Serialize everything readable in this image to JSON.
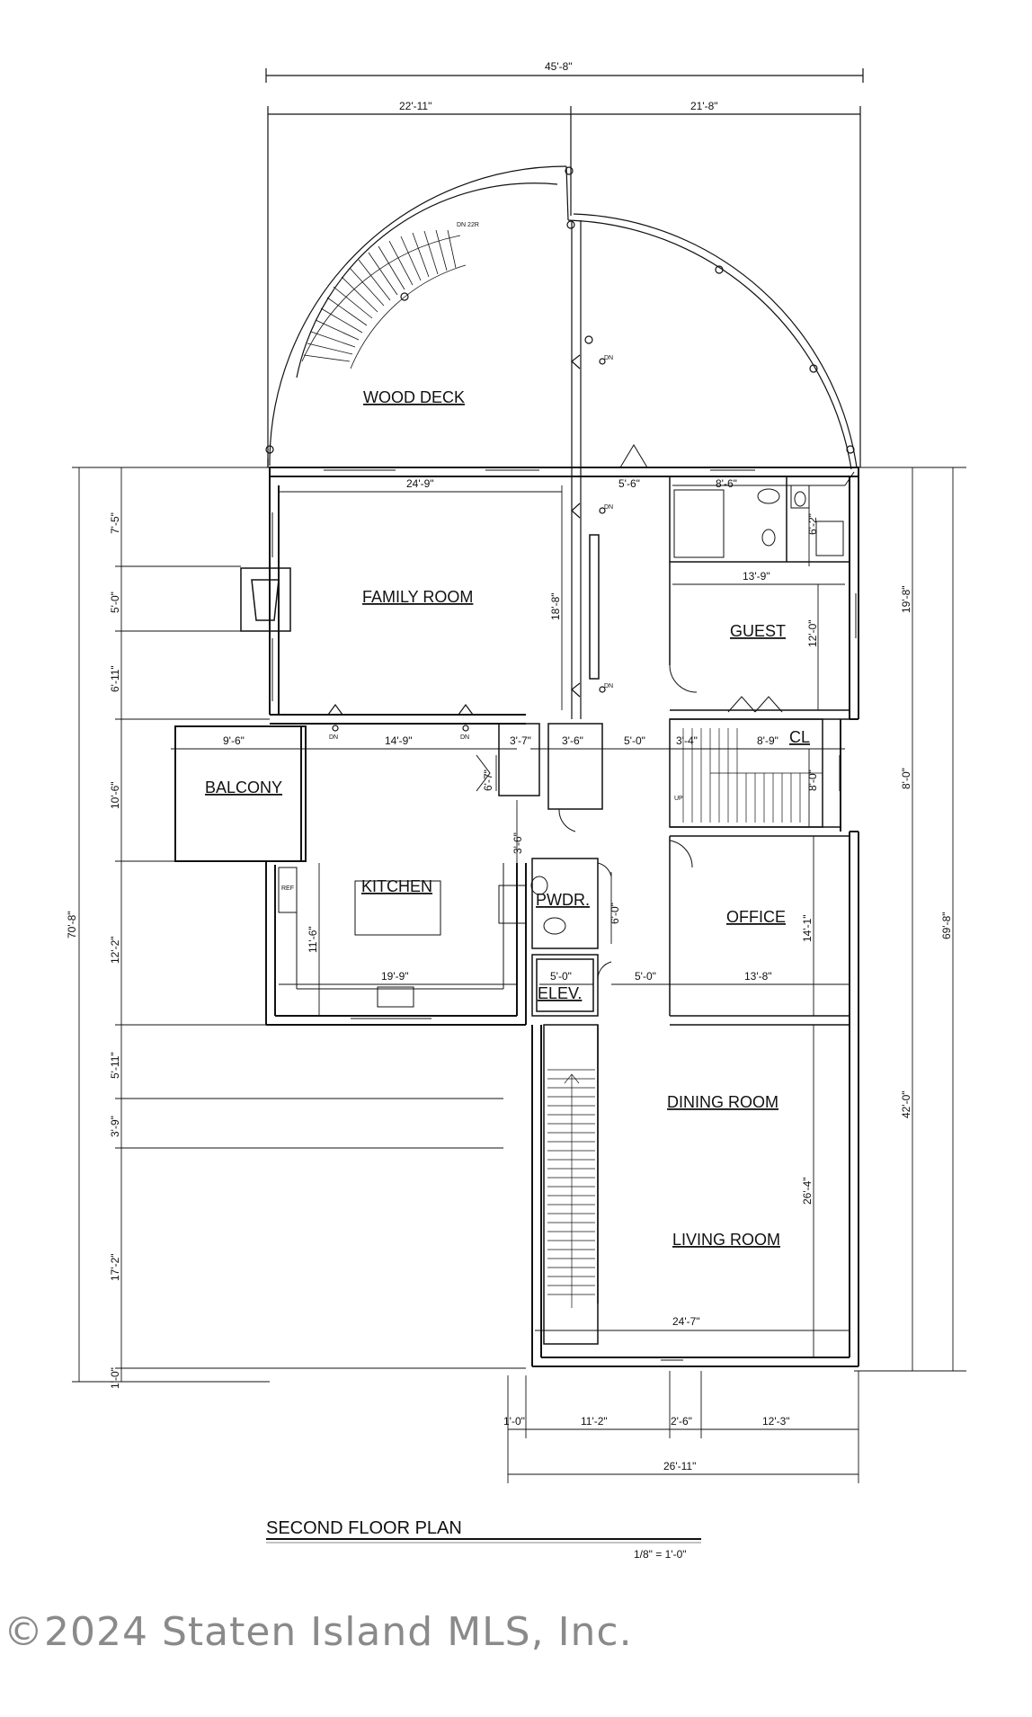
{
  "rooms": {
    "wood_deck": "WOOD DECK",
    "family_room": "FAMILY ROOM",
    "guest": "GUEST",
    "balcony": "BALCONY",
    "kitchen": "KITCHEN",
    "pwdr": "PWDR.",
    "office": "OFFICE",
    "cl": "CL",
    "elev": "ELEV.",
    "dining_room": "DINING ROOM",
    "living_room": "LIVING ROOM"
  },
  "dimensions": {
    "overall_width": "45'-8\"",
    "top_left": "22'-11\"",
    "top_right": "21'-8\"",
    "family_width": "24'-9\"",
    "hall_5_6": "5'-6\"",
    "bath_8_6": "8'-6\"",
    "bath_6_2": "6'-2\"",
    "family_depth": "18'-8\"",
    "guest_width": "13'-9\"",
    "guest_depth": "12'-0\"",
    "balcony_width": "9'-6\"",
    "kitchen_width_top": "14'-9\"",
    "closet_3_7": "3'-7\"",
    "closet_3_6": "3'-6\"",
    "hall_5_0": "5'-0\"",
    "stair_3_4": "3'-4\"",
    "stair_8_9": "8'-9\"",
    "closet_6_7": "6'-7\"",
    "stair_8_0": "8'-0\"",
    "hall_3_6": "3'-6\"",
    "pwdr_6_0": "6'-0\"",
    "kitchen_depth": "11'-6\"",
    "office_depth": "14'-1\"",
    "kitchen_width": "19'-9\"",
    "elev_width": "5'-0\"",
    "hall_5_0b": "5'-0\"",
    "office_width": "13'-8\"",
    "living_depth": "26'-4\"",
    "living_width": "24'-7\"",
    "right_42": "42'-0\"",
    "right_69_8": "69'-8\"",
    "right_19_8": "19'-8\"",
    "right_8_0": "8'-0\"",
    "left_7_5": "7'-5\"",
    "left_5_0": "5'-0\"",
    "left_6_11": "6'-11\"",
    "left_10_6": "10'-6\"",
    "left_70_8": "70'-8\"",
    "left_12_2": "12'-2\"",
    "left_5_11": "5'-11\"",
    "left_3_9": "3'-9\"",
    "left_17_2": "17'-2\"",
    "left_1_0": "1'-0\"",
    "bottom_1_0": "1'-0\"",
    "bottom_11_2": "11'-2\"",
    "bottom_2_6": "2'-6\"",
    "bottom_12_3": "12'-3\"",
    "bottom_26_11": "26'-11\""
  },
  "annotations": {
    "dn": "DN",
    "dn_22r": "DN 22R",
    "up": "UP",
    "ref": "REF"
  },
  "title": "SECOND FLOOR PLAN",
  "scale": "1/8\" = 1'-0\"",
  "watermark": "©2024 Staten Island MLS, Inc."
}
